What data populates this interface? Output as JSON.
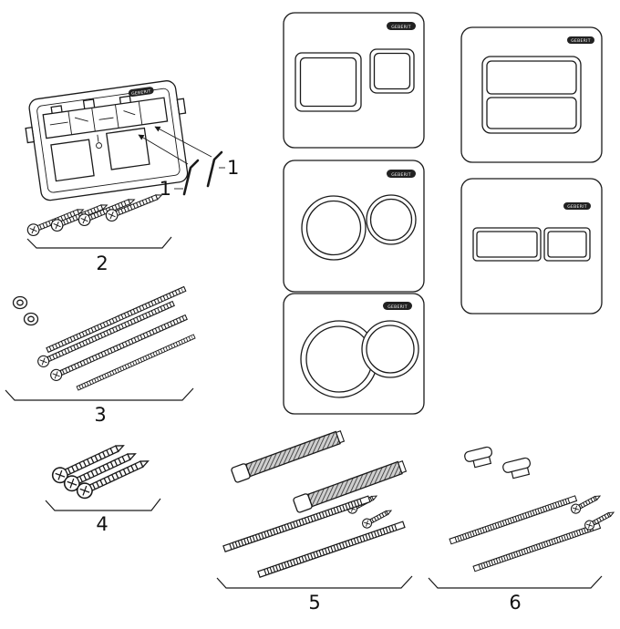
{
  "diagram": {
    "background": "#ffffff",
    "line_color": "#1a1a1a",
    "brand": "GEBERIT",
    "labels": {
      "part1_a": "1",
      "part1_b": "1",
      "part2": "2",
      "part3": "3",
      "part4": "4",
      "part5": "5",
      "part6": "6"
    },
    "parts": [
      {
        "label": "1",
        "icon": "fastening-pin-icon"
      },
      {
        "label": "2",
        "icon": "screw-set-icon"
      },
      {
        "label": "3",
        "icon": "threaded-rod-set-icon"
      },
      {
        "label": "4",
        "icon": "screw-set-icon"
      },
      {
        "label": "5",
        "icon": "actuator-rod-set-icon"
      },
      {
        "label": "6",
        "icon": "actuator-clip-set-icon"
      }
    ],
    "plates": [
      "flush-plate-two-square-buttons",
      "flush-plate-two-round-buttons",
      "flush-plate-overlapping-round-buttons",
      "flush-plate-rocker-buttons",
      "flush-plate-two-bar-buttons"
    ]
  }
}
